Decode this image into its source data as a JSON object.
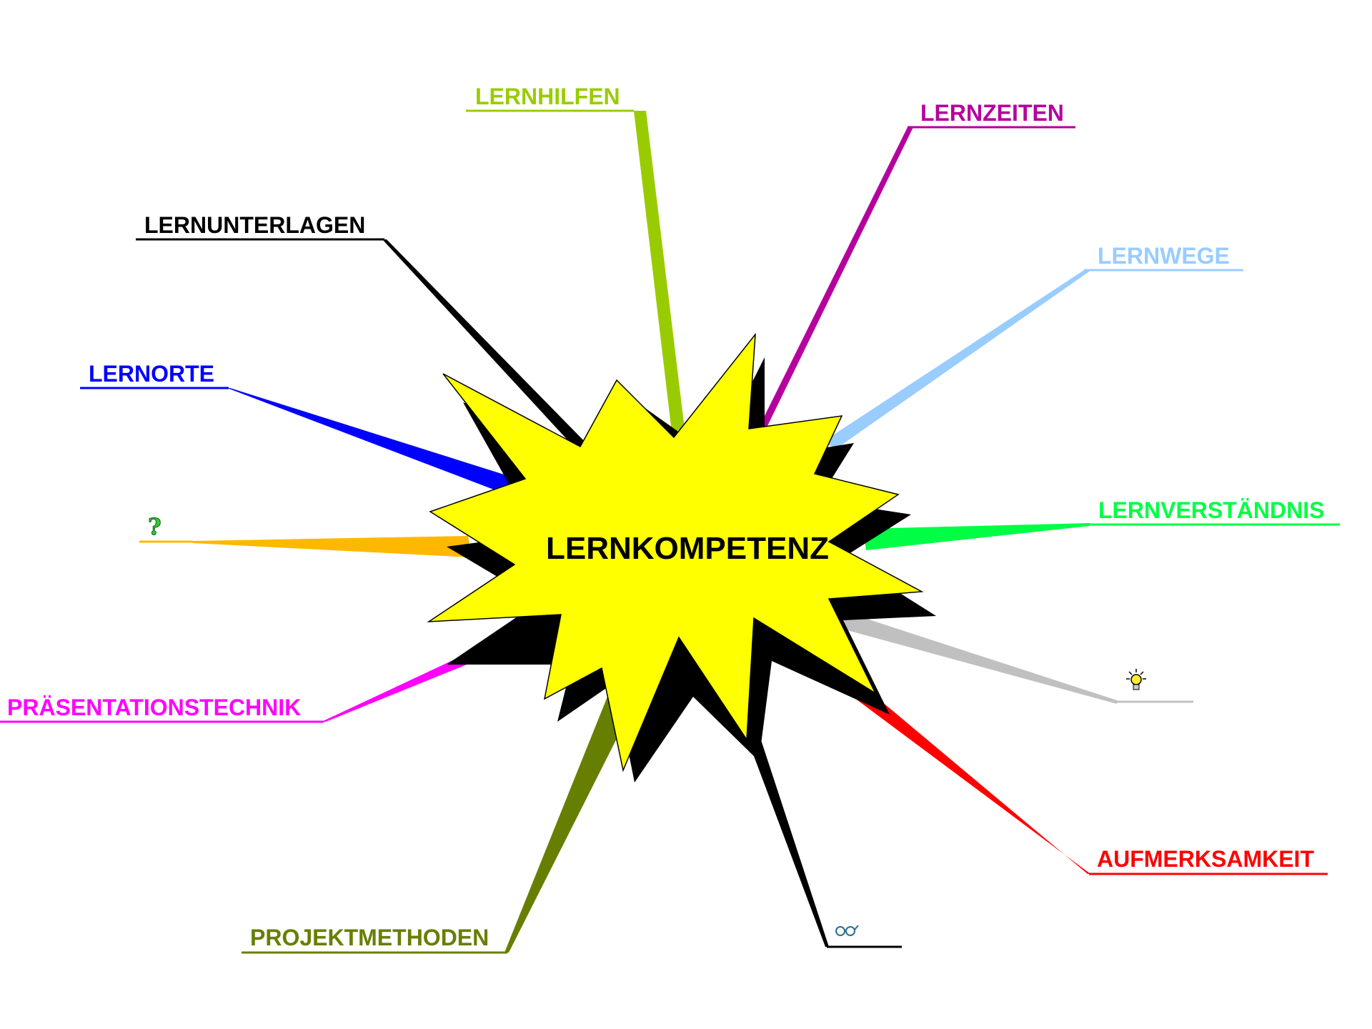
{
  "central_topic": "LERNKOMPETENZ",
  "colors": {
    "star_fill": "#ffff00",
    "star_shadow": "#000000"
  },
  "branches": [
    {
      "id": "lernhilfen",
      "label": "LERNHILFEN",
      "color": "#99cc00"
    },
    {
      "id": "lernzeiten",
      "label": "LERNZEITEN",
      "color": "#b5009e"
    },
    {
      "id": "lernwege",
      "label": "LERNWEGE",
      "color": "#99ccff"
    },
    {
      "id": "lernverstaendnis",
      "label": "LERNVERSTÄNDNIS",
      "color": "#00ff44"
    },
    {
      "id": "idea",
      "label": "",
      "icon": "lightbulb-icon",
      "color": "#c0c0c0"
    },
    {
      "id": "aufmerksamkeit",
      "label": "AUFMERKSAMKEIT",
      "color": "#ff0000"
    },
    {
      "id": "observe",
      "label": "",
      "icon": "glasses-icon",
      "color": "#000000"
    },
    {
      "id": "projektmethoden",
      "label": "PROJEKTMETHODEN",
      "color": "#667f00"
    },
    {
      "id": "praesentationstechnik",
      "label": "PRÄSENTATIONSTECHNIK",
      "color": "#ff00ff"
    },
    {
      "id": "question",
      "label": "",
      "icon": "question-mark-icon",
      "color": "#ffb800"
    },
    {
      "id": "lernorte",
      "label": "LERNORTE",
      "color": "#0000ff"
    },
    {
      "id": "lernunterlagen",
      "label": "LERNUNTERLAGEN",
      "color": "#000000"
    }
  ]
}
